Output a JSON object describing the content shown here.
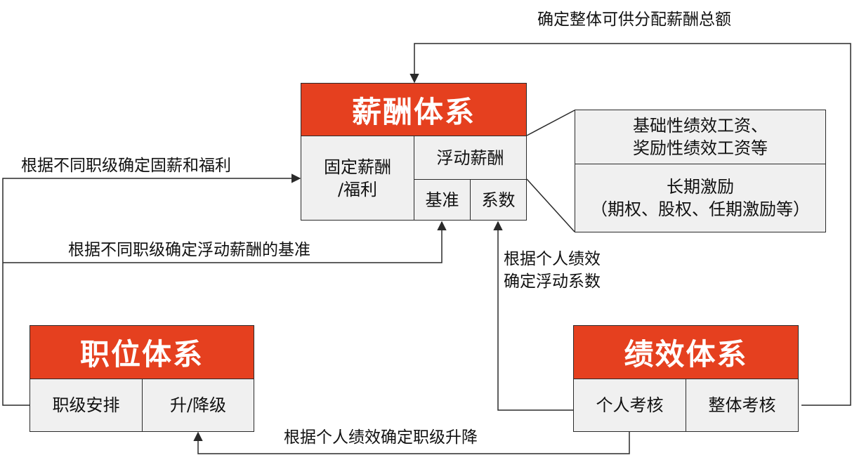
{
  "salary_system": {
    "title": "薪酬体系",
    "fixed_line1": "固定薪酬",
    "fixed_line2": "/福利",
    "floating": "浮动薪酬",
    "base": "基准",
    "coefficient": "系数"
  },
  "incentives": {
    "performance_pay_line1": "基础性绩效工资、",
    "performance_pay_line2": "奖励性绩效工资等",
    "long_term_line1": "长期激励",
    "long_term_line2": "（期权、股权、任期激励等）"
  },
  "position_system": {
    "title": "职位体系",
    "grade_arrangement": "职级安排",
    "promotion": "升/降级"
  },
  "performance_system": {
    "title": "绩效体系",
    "individual_review": "个人考核",
    "overall_review": "整体考核"
  },
  "connector_labels": {
    "total_salary": "确定整体可供分配薪酬总额",
    "fixed_by_grade": "根据不同职级确定固薪和福利",
    "floating_base_by_grade": "根据不同职级确定浮动薪酬的基准",
    "coefficient_by_perf_line1": "根据个人绩效",
    "coefficient_by_perf_line2": "确定浮动系数",
    "grade_change_by_perf": "根据个人绩效确定职级升降"
  },
  "colors": {
    "header_fill": "#e5401f",
    "cell_fill": "#f0f0f0",
    "line": "#2a2a2a"
  }
}
